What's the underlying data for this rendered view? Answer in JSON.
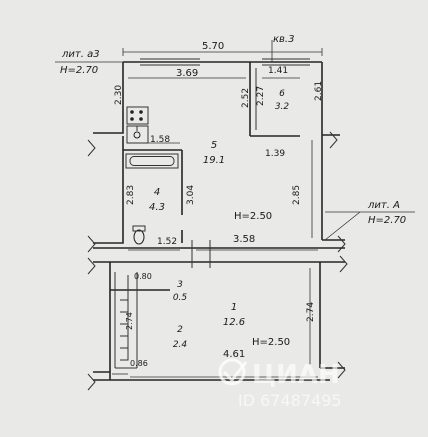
{
  "floor_labels": {
    "lit_a3": "лит. а3",
    "h_a3": "H=2.70",
    "apartment": "кв.3",
    "lit_a": "лит. А",
    "h_a": "H=2.70",
    "h_room5": "H=2.50",
    "h_room1": "H=2.50"
  },
  "dimensions": {
    "top_width": "5.70",
    "room5_width": "3.69",
    "room6_width": "1.41",
    "left_height_top": "2.30",
    "room6_left": "2.52",
    "room6_inner": "2.27",
    "right_height": "2.61",
    "kitchen_width": "1.58",
    "room6_bottom": "1.39",
    "room4_height": "2.83",
    "partition_height": "3.04",
    "room5_right_height": "2.85",
    "room4_width": "1.52",
    "room5_bottom": "3.58",
    "stair_width": "0.80",
    "stair_height": "2.74",
    "room1_right_height": "2.74",
    "bottom_small": "0.86",
    "room1_width": "4.61"
  },
  "rooms": [
    {
      "number": "1",
      "area": "12.6"
    },
    {
      "number": "2",
      "area": "2.4"
    },
    {
      "number": "3",
      "area": "0.5"
    },
    {
      "number": "4",
      "area": "4.3"
    },
    {
      "number": "5",
      "area": "19.1"
    },
    {
      "number": "6",
      "area": "3.2"
    }
  ],
  "watermark": {
    "brand": "ЦИАН",
    "id_text": "ID 67487495"
  }
}
